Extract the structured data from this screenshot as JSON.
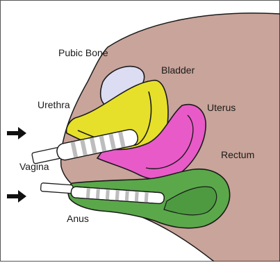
{
  "labels": {
    "pubic_bone": "Pubic Bone",
    "bladder": "Bladder",
    "urethra": "Urethra",
    "uterus": "Uterus",
    "vagina": "Vagina",
    "rectum": "Rectum",
    "anus": "Anus"
  },
  "colors": {
    "body": "#c9a49a",
    "bone": "#dcdcf2",
    "bladder": "#e6e02a",
    "uterus": "#e85ac8",
    "rectum": "#5aa84a",
    "rectum_inner": "#4e9a41",
    "probe": "#ffffff",
    "probe_band": "#bdbdbd",
    "outline": "#1a1a1a"
  },
  "icons": {
    "upper_arrow": "arrow-right-icon",
    "lower_arrow": "arrow-right-icon"
  }
}
